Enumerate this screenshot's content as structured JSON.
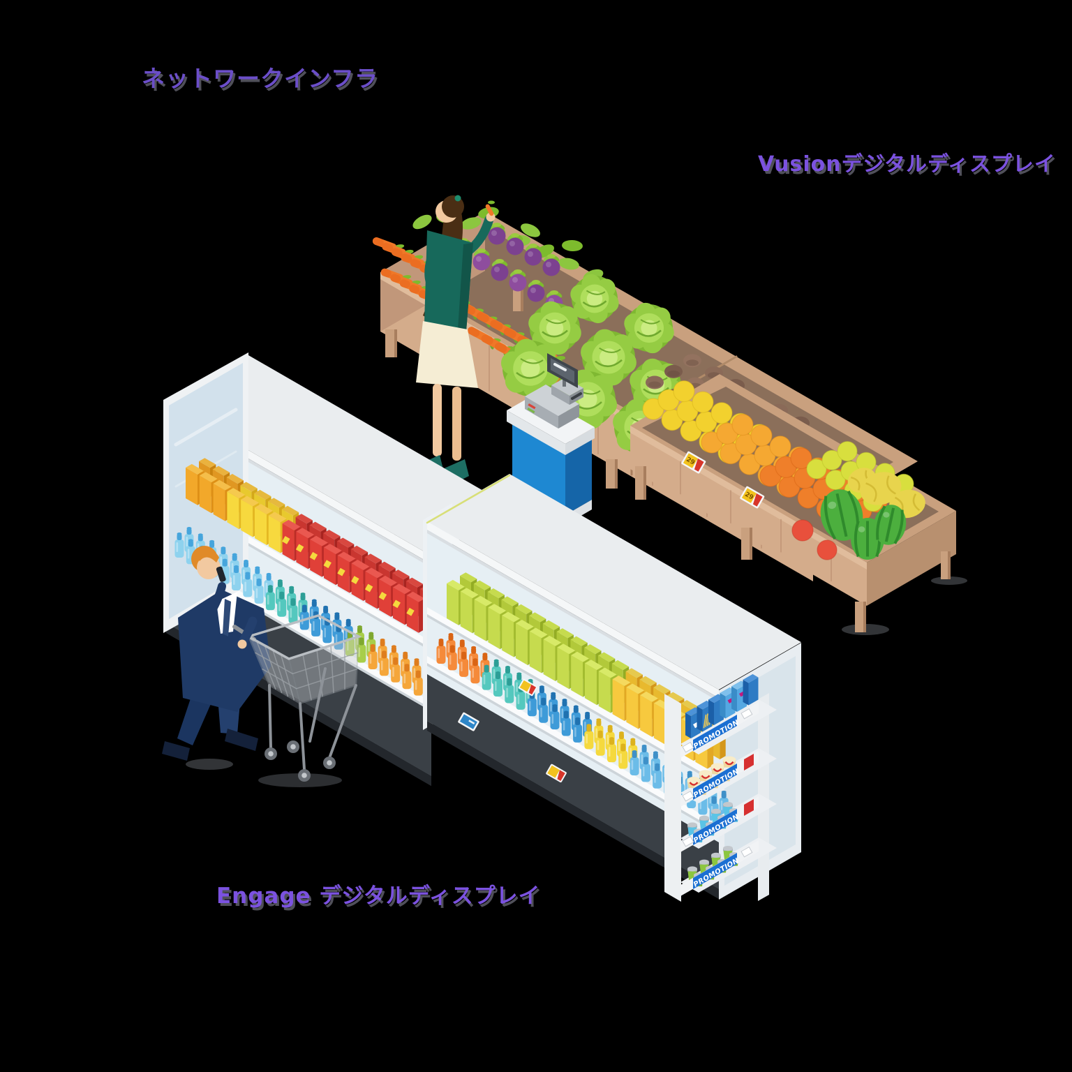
{
  "labels": {
    "network": {
      "text": "ネットワークインフラ",
      "color": "#6B4EC9"
    },
    "vusion": {
      "text": "Vusionデジタルディスプレイ",
      "color": "#7B52E0"
    },
    "engage": {
      "text": "Engage デジタルディスプレイ",
      "color": "#7B52E0"
    }
  },
  "endcap": {
    "banner_color": "#1B6FD2",
    "banner_accent_color": "#D63030",
    "banners": [
      {
        "text": "PROMOTION",
        "accent": false
      },
      {
        "text": "PROMOTION",
        "accent": true
      },
      {
        "text": "PROMOTION",
        "accent": true
      },
      {
        "text": "PROMOTION",
        "accent": false
      }
    ]
  },
  "price_tags": {
    "fruit_tag_1": "29",
    "fruit_tag_2": "29"
  },
  "scene": {
    "background_color": "#000000",
    "kiosk_color": "#1E88D2",
    "wood_color": "#D4AC8B",
    "fridge_base_color": "#3A4046",
    "shopper_items": [
      "vegetable-stand",
      "fruit-stand",
      "weighing-kiosk",
      "fridge-shelves",
      "endcap-promotion-shelf"
    ]
  }
}
